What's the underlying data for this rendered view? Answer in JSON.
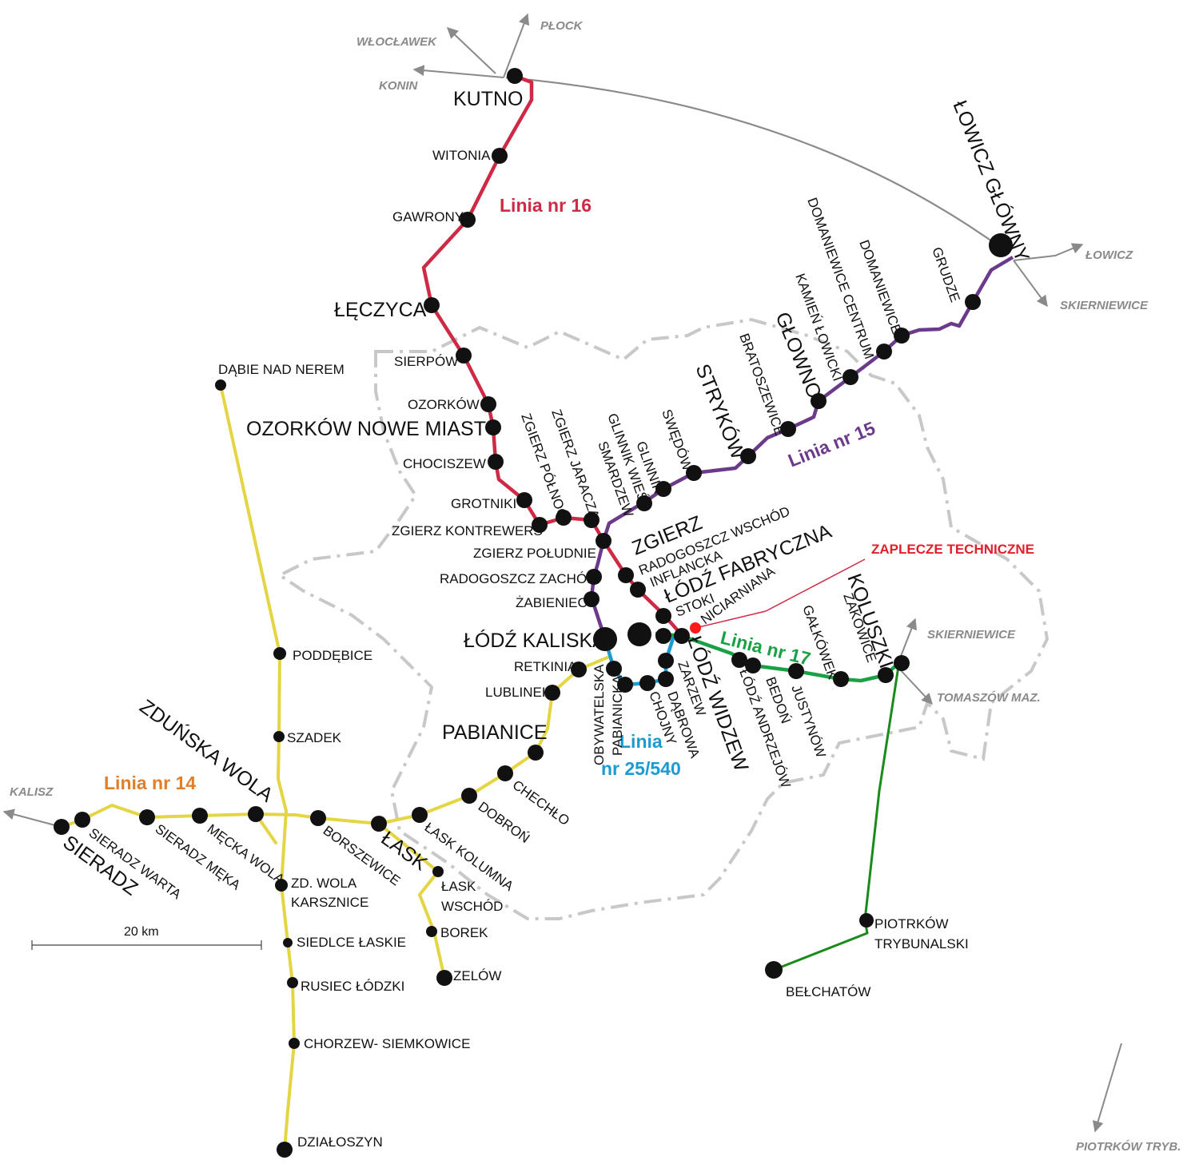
{
  "colors": {
    "line16": "#cf2a45",
    "line15": "#6b3a8a",
    "line14": "#e3d544",
    "line17": "#1aa145",
    "line25_540": "#1d9bd1",
    "belchatow_branch": "#1a8a1a",
    "connector": "#8a8a8a",
    "region_border": "#c8c8c8",
    "station": "#111111",
    "depot": "#ff1a1a"
  },
  "line_labels": {
    "l16": "Linia nr 16",
    "l15": "Linia nr 15",
    "l14": "Linia nr 14",
    "l17": "Linia nr 17",
    "l25a": "Linia",
    "l25b": "nr 25/540"
  },
  "depot_label": "ZAPLECZE TECHNICZNE",
  "scale_label": "20 km",
  "directions": {
    "plock": "PŁOCK",
    "wloclawek": "WŁOCŁAWEK",
    "konin": "KONIN",
    "lowicz": "ŁOWICZ",
    "skierniewice_ne": "SKIERNIEWICE",
    "skierniewice_e": "SKIERNIEWICE",
    "tomaszow": "TOMASZÓW MAZ.",
    "kalisz": "KALISZ",
    "piotrkow_tryb": "PIOTRKÓW TRYB."
  },
  "stations": {
    "kutno": "KUTNO",
    "witonia": "WITONIA",
    "gawrony": "GAWRONY",
    "leczyca": "ŁĘCZYCA",
    "sierpow": "SIERPÓW",
    "ozorkow": "OZORKÓW",
    "ozorkow_nm": "OZORKÓW NOWE MIASTO",
    "chociszew": "CHOCISZEW",
    "grotniki": "GROTNIKI",
    "zgierz_kontrewers": "ZGIERZ KONTREWERS",
    "zgierz_polnoc": "ZGIERZ PÓŁNOC",
    "zgierz_jaracza": "ZGIERZ JARACZA",
    "smardzew": "SMARDZEW",
    "glinnik_wies": "GLINNIK WIEŚ",
    "glinnik": "GLINNIK",
    "swedow": "SWĘDÓW",
    "strykow": "STRYKÓW",
    "bratoszewice": "BRATOSZEWICE",
    "glowno": "GŁOWNO",
    "kamien_lowicki": "KAMIEŃ ŁOWICKI",
    "domaniewice_centrum": "DOMANIEWICE CENTRUM",
    "domaniewice": "DOMANIEWICE",
    "grudze": "GRUDZE",
    "lowicz_glowny": "ŁOWICZ GŁÓWNY",
    "zgierz": "ZGIERZ",
    "zgierz_poludnie": "ZGIERZ POŁUDNIE",
    "radogoszcz_zachod": "RADOGOSZCZ ZACHÓD",
    "zabieniec": "ŻABIENIEC",
    "lodz_kaliska": "ŁÓDŹ KALISKA",
    "radogoszcz_wschod": "RADOGOSZCZ WSCHÓD",
    "inflancka": "INFLANCKA",
    "lodz_fabryczna": "ŁÓDŹ FABRYCZNA",
    "stoki": "STOKI",
    "niciarniana": "NICIARNIANA",
    "retkinia": "RETKINIA",
    "lublinek": "LUBLINEK",
    "pabianice": "PABIANICE",
    "obywatelska": "OBYWATELSKA",
    "pabianicka": "PABIANICKA",
    "chojny": "CHOJNY",
    "dabrowa": "DĄBROWA",
    "zarzew": "ZARZEW",
    "lodz_widzew": "ŁÓDŹ WIDZEW",
    "lodz_andrzejow": "ŁÓDŹ ANDRZEJÓW",
    "bedon": "BEDOŃ",
    "justynow": "JUSTYNÓW",
    "galkowek": "GAŁKÓWEK",
    "zakowice": "ŻAKOWICE",
    "koluszki": "KOLUSZKI",
    "piotrkow1": "PIOTRKÓW",
    "piotrkow2": "TRYBUNALSKI",
    "belchatow": "BEŁCHATÓW",
    "dabie": "DĄBIE NAD NEREM",
    "poddebice": "PODDĘBICE",
    "szadek": "SZADEK",
    "zdunska_wola": "ZDUŃSKA WOLA",
    "zd_wola_k1": "ZD. WOLA",
    "zd_wola_k2": "KARSZNICE",
    "siedlce": "SIEDLCE ŁASKIE",
    "rusiec": "RUSIEC ŁÓDZKI",
    "chorzew": "CHORZEW- SIEMKOWICE",
    "dzialoszyn": "DZIAŁOSZYN",
    "sieradz": "SIERADZ",
    "sieradz_warta": "SIERADZ WARTA",
    "sieradz_meka": "SIERADZ MĘKA",
    "mecka_wola": "MĘCKA WOLA",
    "borszewice": "BORSZEWICE",
    "lask": "ŁASK",
    "lask_kolumna": "ŁASK KOLUMNA",
    "lask_wschod1": "ŁASK",
    "lask_wschod2": "WSCHÓD",
    "borek": "BOREK",
    "zelow": "ZELÓW",
    "dobron": "DOBROŃ",
    "chechlo": "CHECHŁO"
  }
}
